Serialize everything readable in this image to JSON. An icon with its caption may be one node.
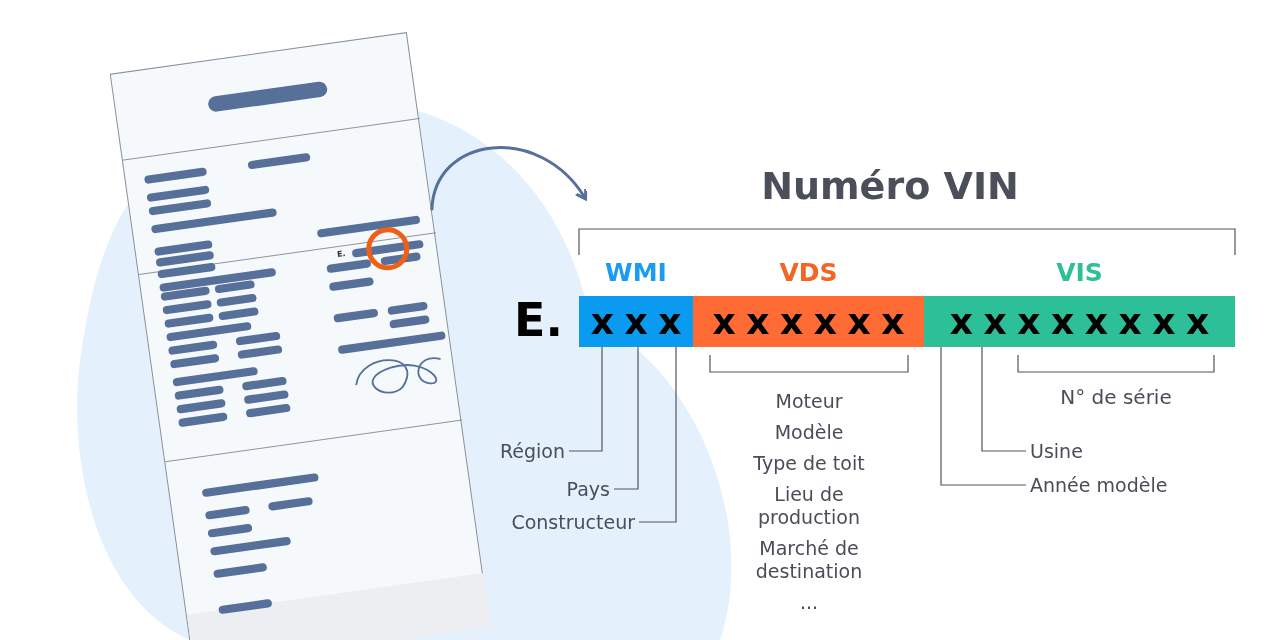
{
  "diagram": {
    "title": "Numéro VIN",
    "nodes": [
      {
        "text": [
          "E."
        ]
      },
      {
        "text": [
          "WMI",
          "x x x"
        ]
      },
      {
        "text": [
          "VDS",
          "x x x x x x"
        ]
      },
      {
        "text": [
          "VIS",
          "x x x x x x x x"
        ]
      },
      {
        "text": [
          "Région"
        ]
      },
      {
        "text": [
          "Pays"
        ]
      },
      {
        "text": [
          "Constructeur"
        ]
      },
      {
        "text": [
          "Usine"
        ]
      },
      {
        "text": [
          "Année modèle"
        ]
      }
    ],
    "edges": [
      {
        "from": 0,
        "to": null,
        "arrow": "to"
      },
      {
        "from": 4,
        "to": 1,
        "arrow": "none"
      },
      {
        "from": 5,
        "to": 1,
        "arrow": "none"
      },
      {
        "from": 6,
        "to": 1,
        "arrow": "none"
      },
      {
        "from": 7,
        "to": 3,
        "arrow": "none"
      },
      {
        "from": 8,
        "to": 3,
        "arrow": "none"
      }
    ],
    "labels": [
      "E.",
      "Moteur",
      "Modèle",
      "Type de toit",
      "Lieu de production",
      "Marché de destination",
      "...",
      "N° de série"
    ]
  }
}
